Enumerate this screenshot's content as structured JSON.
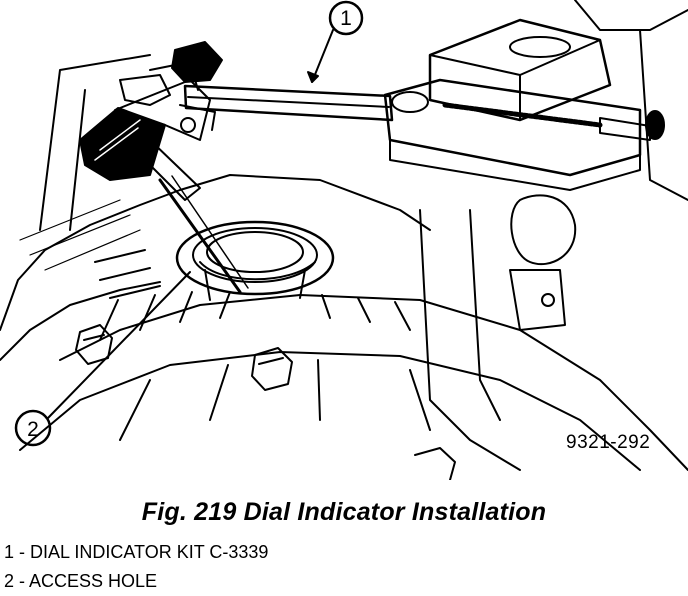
{
  "figure": {
    "code": "9321-292",
    "title": "Fig. 219 Dial Indicator Installation",
    "callouts": [
      "1",
      "2"
    ],
    "legend": [
      "1 - DIAL INDICATOR KIT C-3339",
      "2 - ACCESS HOLE"
    ]
  }
}
